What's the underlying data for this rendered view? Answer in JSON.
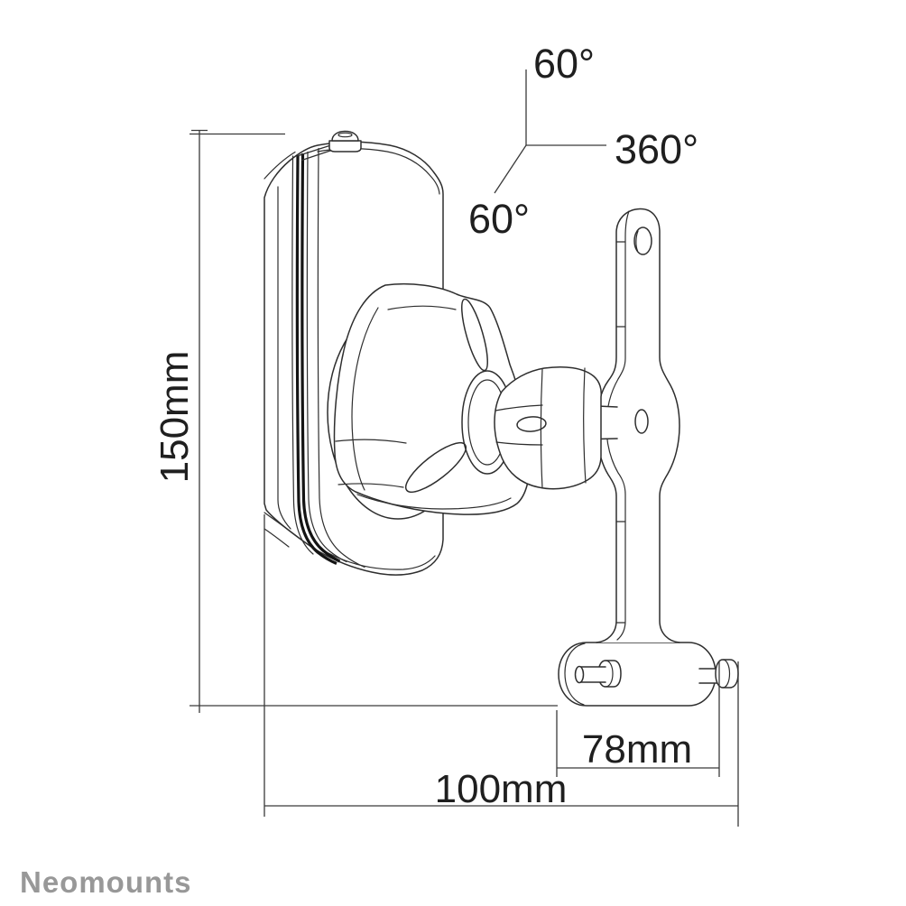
{
  "drawing": {
    "type": "product-technical-line-drawing",
    "subject": "speaker wall mount with tilt-swivel ball joint and bracket",
    "brand": "Neomounts",
    "labels": {
      "height": "150mm",
      "width": "100mm",
      "bracket_width": "78mm",
      "tilt_up": "60°",
      "swivel": "360°",
      "tilt_down": "60°"
    },
    "colors": {
      "background": "#ffffff",
      "outline": "#2e2e2e",
      "stripe": "#141414",
      "dimension_line": "#3a3a3a",
      "label_text": "#1f1f1f",
      "brand_text": "#989898"
    }
  }
}
